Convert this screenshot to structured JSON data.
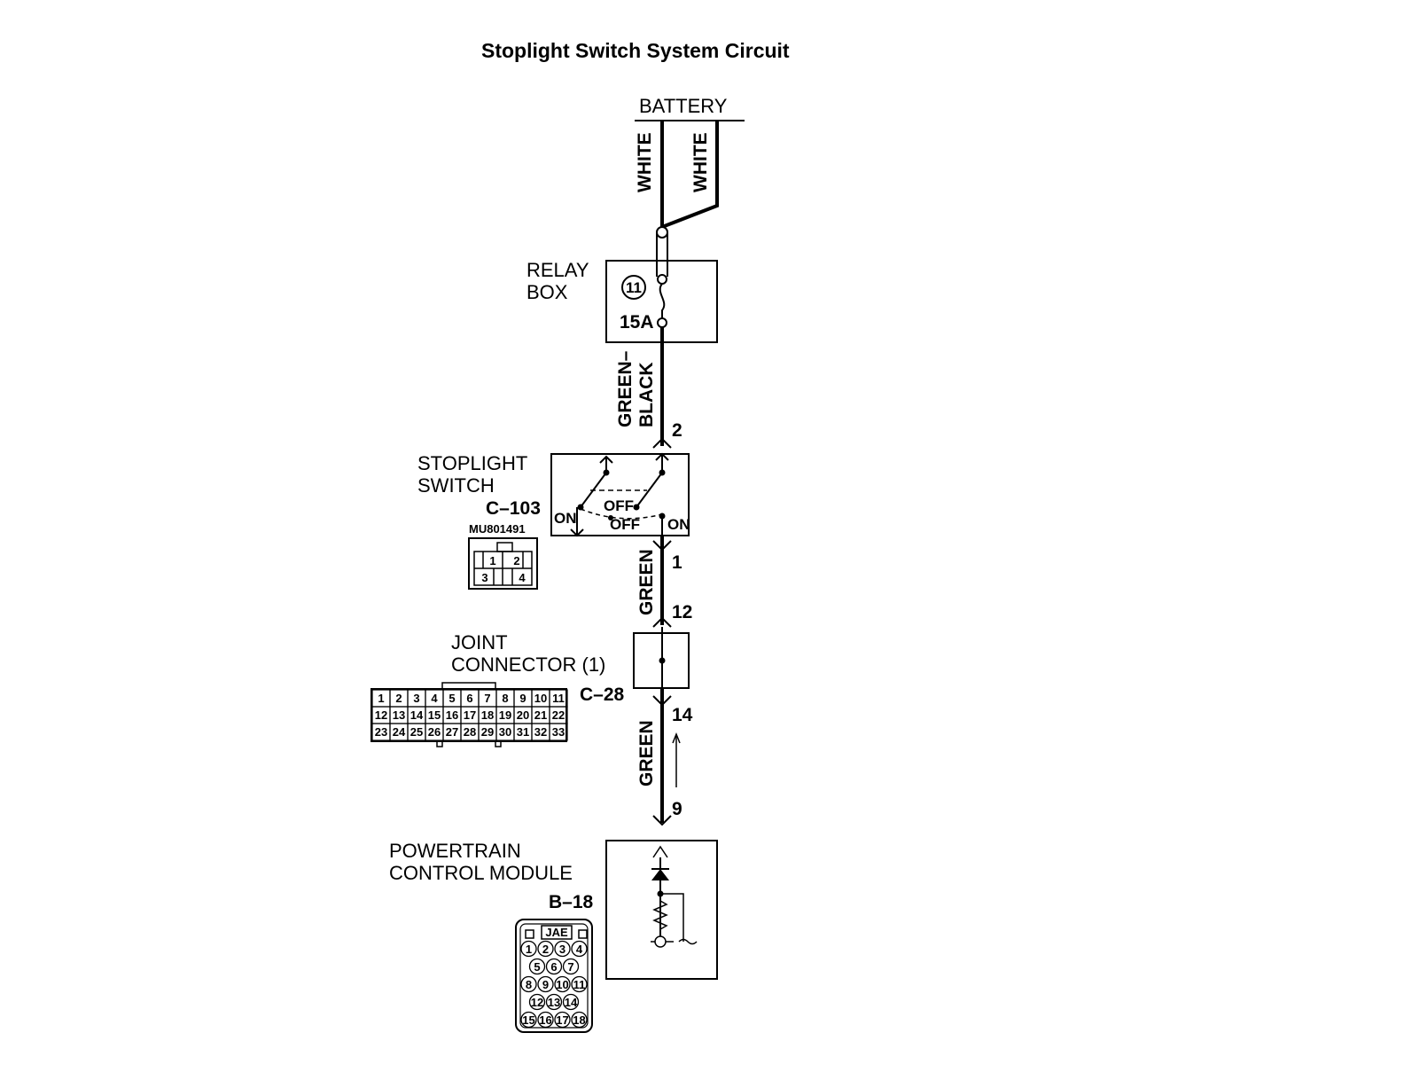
{
  "title": "Stoplight Switch System Circuit",
  "battery": {
    "label": "BATTERY",
    "wire_left": "WHITE",
    "wire_right": "WHITE"
  },
  "relay_box": {
    "label_line1": "RELAY",
    "label_line2": "BOX",
    "fuse_number": "11",
    "fuse_rating": "15A"
  },
  "wire_relay_to_switch": {
    "color_line1": "GREEN–",
    "color_line2": "BLACK",
    "pin": "2"
  },
  "stoplight_switch": {
    "label_line1": "STOPLIGHT",
    "label_line2": "SWITCH",
    "connector": "C–103",
    "part_number": "MU801491",
    "pins": [
      "1",
      "2",
      "3",
      "4"
    ],
    "state_on_left": "ON",
    "state_off_upper": "OFF",
    "state_off_lower": "OFF",
    "state_on_right": "ON",
    "out_pin": "1"
  },
  "wire_switch_to_joint": {
    "color": "GREEN",
    "pin": "12"
  },
  "joint_connector": {
    "label_line1": "JOINT",
    "label_line2": "CONNECTOR (1)",
    "connector": "C–28",
    "pins_row1": [
      "1",
      "2",
      "3",
      "4",
      "5",
      "6",
      "7",
      "8",
      "9",
      "10",
      "11"
    ],
    "pins_row2": [
      "12",
      "13",
      "14",
      "15",
      "16",
      "17",
      "18",
      "19",
      "20",
      "21",
      "22"
    ],
    "pins_row3": [
      "23",
      "24",
      "25",
      "26",
      "27",
      "28",
      "29",
      "30",
      "31",
      "32",
      "33"
    ],
    "out_pin": "14"
  },
  "wire_joint_to_pcm": {
    "color": "GREEN",
    "pin": "9"
  },
  "pcm": {
    "label_line1": "POWERTRAIN",
    "label_line2": "CONTROL MODULE",
    "connector": "B–18",
    "connector_type": "JAE",
    "cavity_rows": [
      [
        "1",
        "2",
        "3",
        "4"
      ],
      [
        "5",
        "6",
        "7"
      ],
      [
        "8",
        "9",
        "10",
        "11"
      ],
      [
        "12",
        "13",
        "14"
      ],
      [
        "15",
        "16",
        "17",
        "18"
      ]
    ]
  }
}
